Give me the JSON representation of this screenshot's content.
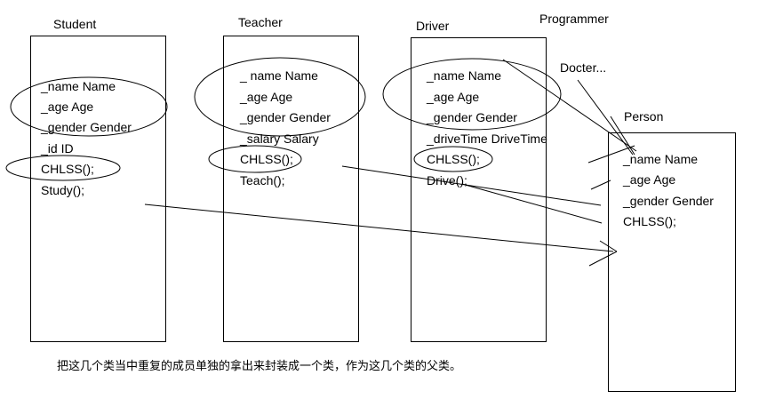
{
  "classes": {
    "student": {
      "title": "Student",
      "members": [
        "_name Name",
        "_age  Age",
        "_gender Gender",
        "_id ID",
        "CHLSS();",
        "Study();"
      ]
    },
    "teacher": {
      "title": "Teacher",
      "members": [
        "_ name  Name",
        "_age  Age",
        "_gender Gender",
        "_salary Salary",
        "CHLSS();",
        "Teach();"
      ]
    },
    "driver": {
      "title": "Driver",
      "members": [
        "_name  Name",
        "_age  Age",
        "_gender Gender",
        "_driveTime DriveTime",
        "CHLSS();",
        "Drive();"
      ]
    },
    "person": {
      "title": "Person",
      "members": [
        "_name  Name",
        "_age Age",
        "_gender Gender",
        "CHLSS();"
      ]
    }
  },
  "extra_labels": {
    "programmer": "Programmer",
    "docter": "Docter..."
  },
  "caption": "把这几个类当中重复的成员单独的拿出来封装成一个类，作为这几个类的父类。"
}
